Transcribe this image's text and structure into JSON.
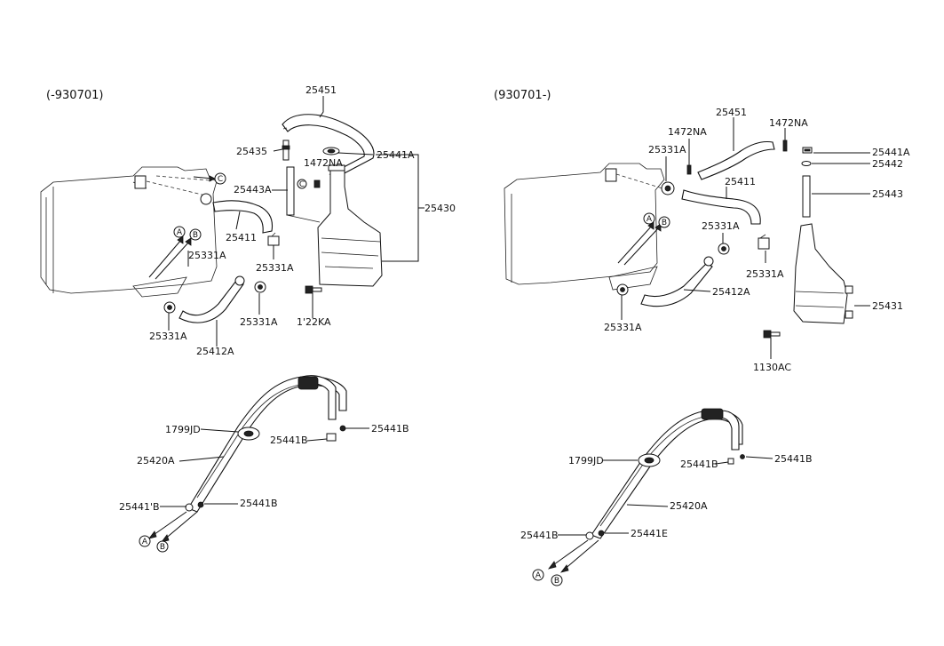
{
  "left": {
    "header": "(-930701)",
    "labels": {
      "l25451": "25451",
      "l25435": "25435",
      "l25441A": "25441A",
      "l1472NA": "1472NA",
      "l25443A": "25443A",
      "l25430": "25430",
      "l25411": "25411",
      "l25331A_a": "25331A",
      "l25331A_b": "25331A",
      "l25331A_c": "25331A",
      "l25331A_d": "25331A",
      "l1122KA": "1'22KA",
      "l25412A": "25412A"
    },
    "connectors": {
      "c": "C",
      "c2": "C",
      "a": "A",
      "b": "B"
    }
  },
  "right": {
    "header": "(930701-)",
    "labels": {
      "l1472NA_a": "1472NA",
      "l25451": "25451",
      "l1472NA_b": "1472NA",
      "l25331A_a": "25331A",
      "l25441A": "25441A",
      "l25442": "25442",
      "l25411": "25411",
      "l25443": "25443",
      "l25331A_b": "25331A",
      "l25331A_c": "25331A",
      "l25412A": "25412A",
      "l25431": "25431",
      "l25331A_d": "25331A",
      "l1130AC": "1130AC"
    },
    "connectors": {
      "a": "A",
      "b": "B"
    }
  },
  "bottom_left": {
    "labels": {
      "l1799JD": "1799JD",
      "l25441B_a": "25441B",
      "l25441B_b": "25441B",
      "l25420A": "25420A",
      "l25441B_c": "25441'B",
      "l25441B_d": "25441B"
    },
    "connectors": {
      "a": "A",
      "b": "B"
    }
  },
  "bottom_right": {
    "labels": {
      "l1799JD": "1799JD",
      "l25441B_a": "25441B",
      "l25441B_b": "25441B",
      "l25420A": "25420A",
      "l25441B_c": "25441B",
      "l25441B_d": "25441E"
    },
    "connectors": {
      "a": "A",
      "b": "B"
    }
  }
}
